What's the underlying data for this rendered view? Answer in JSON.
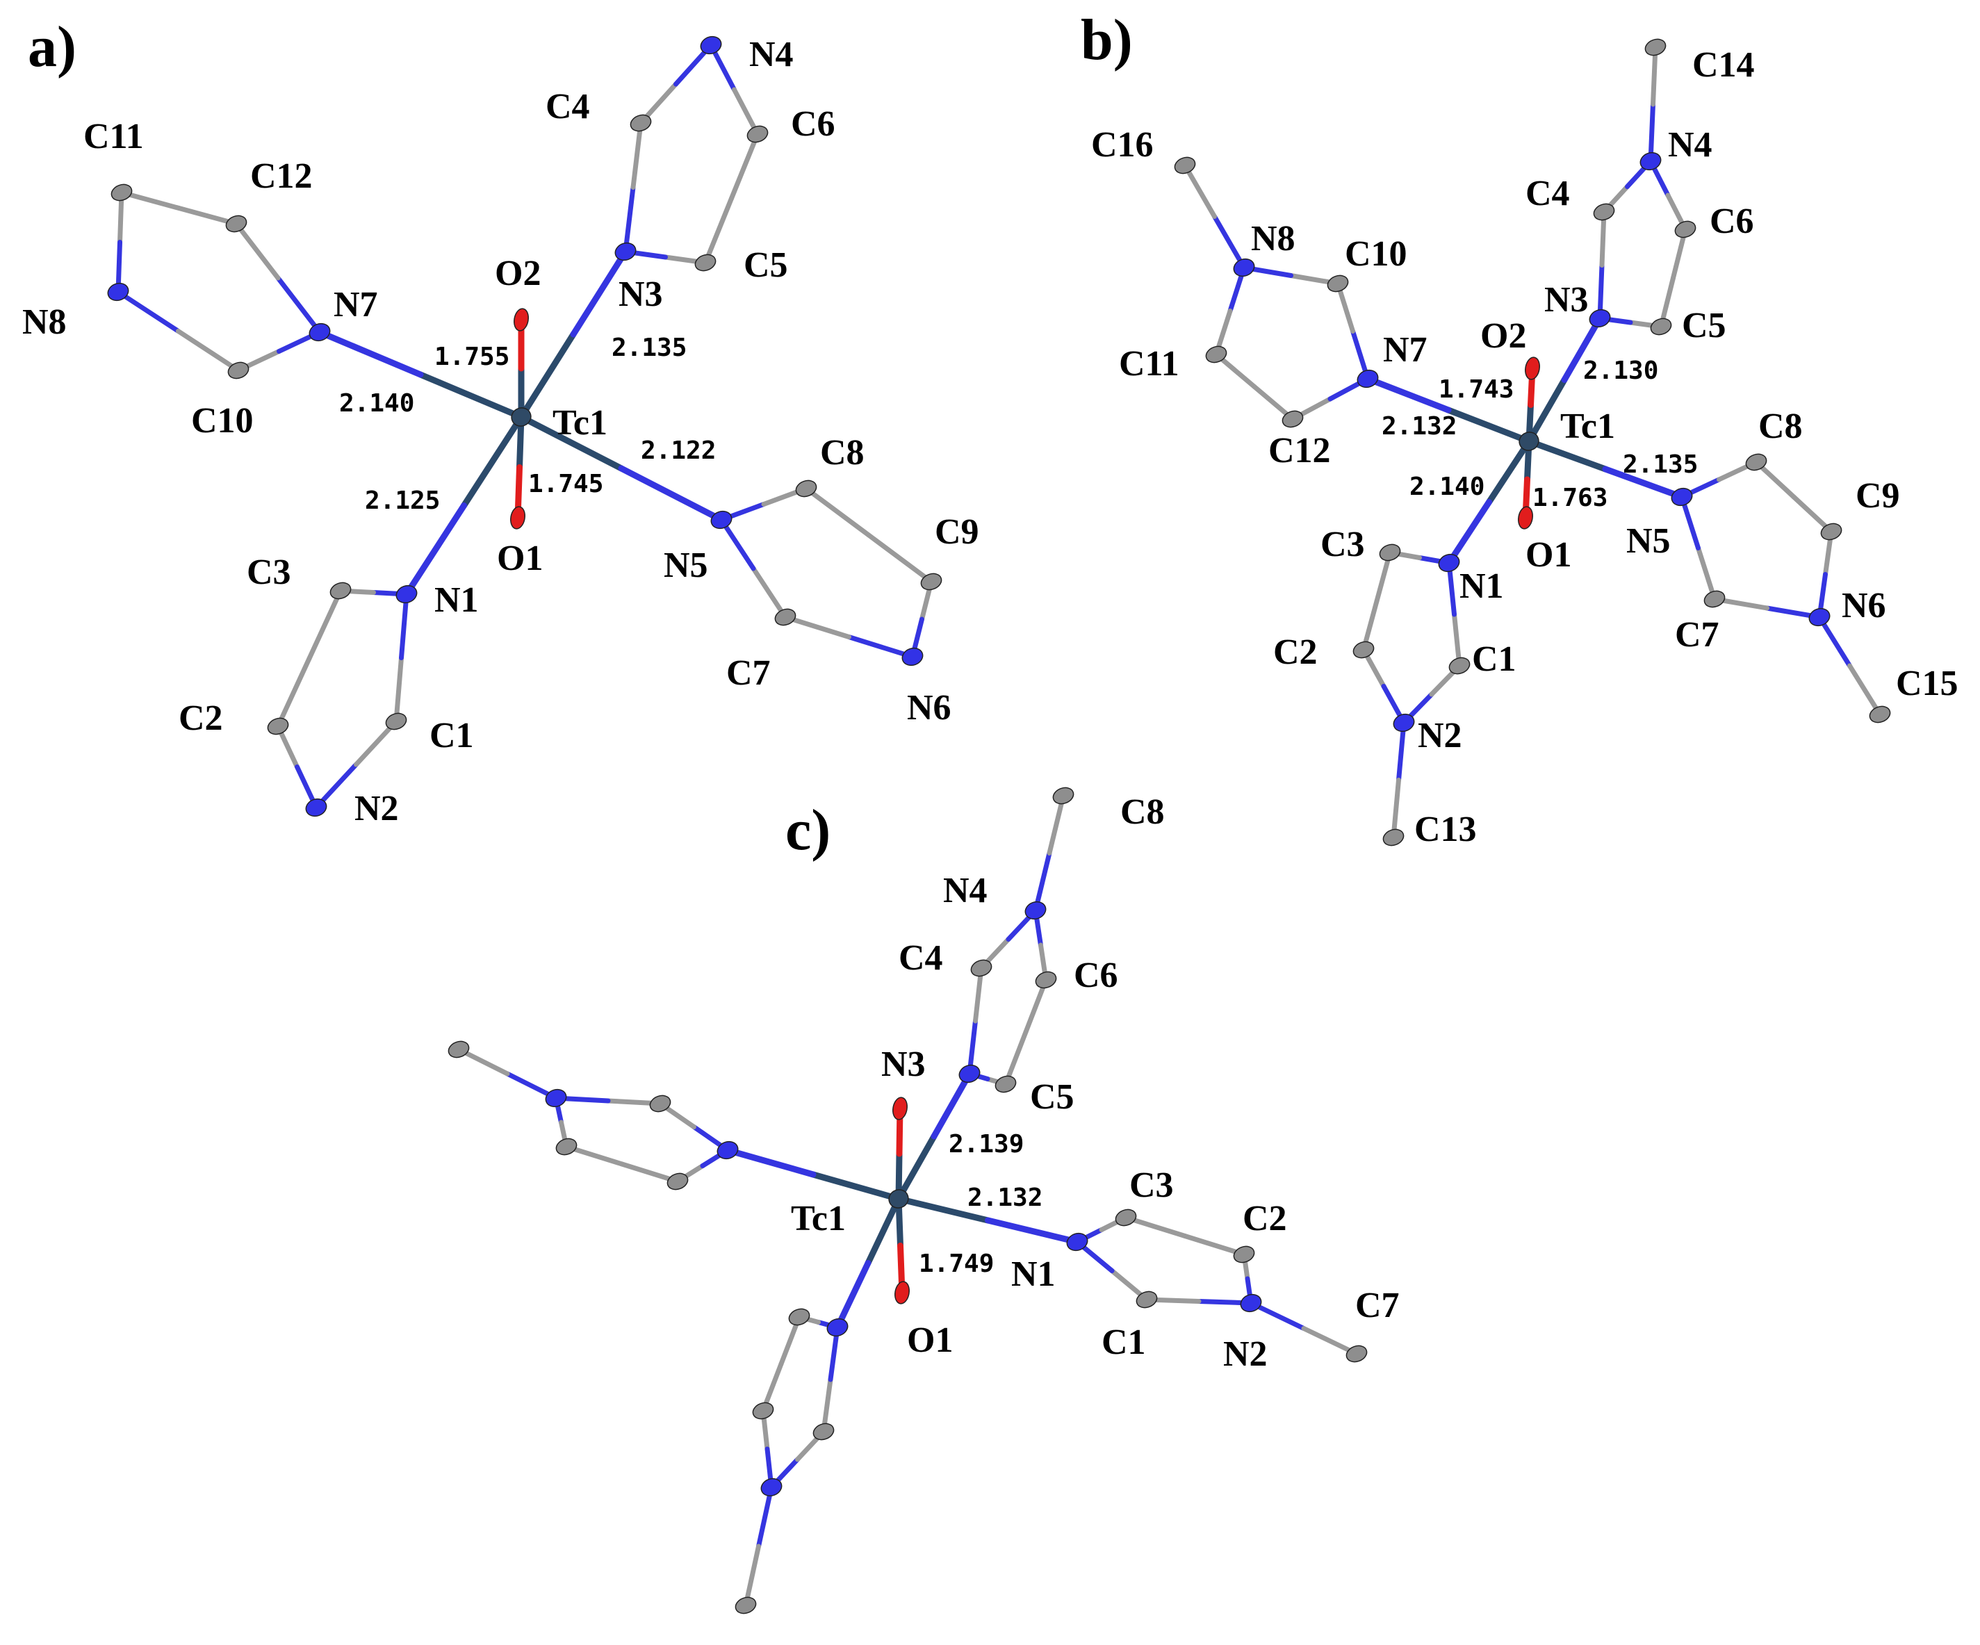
{
  "colors": {
    "background": "#ffffff",
    "nitrogen": "#3232e6",
    "carbon": "#8e8e8e",
    "oxygen": "#e11d1d",
    "technetium": "#2f4a66",
    "bond_tc": "#2b4a6b",
    "bond_n": "#3535e0",
    "bond_c": "#9a9a9a",
    "outline": "#222222"
  },
  "panels": [
    {
      "id": "a",
      "label": "a)",
      "atoms": [
        {
          "id": "Tc1",
          "el": "Tc",
          "label": "Tc1"
        },
        {
          "id": "O2",
          "el": "O",
          "label": "O2"
        },
        {
          "id": "O1",
          "el": "O",
          "label": "O1"
        },
        {
          "id": "N7",
          "el": "N",
          "label": "N7"
        },
        {
          "id": "N3",
          "el": "N",
          "label": "N3"
        },
        {
          "id": "N5",
          "el": "N",
          "label": "N5"
        },
        {
          "id": "N1",
          "el": "N",
          "label": "N1"
        },
        {
          "id": "N8",
          "el": "N",
          "label": "N8"
        },
        {
          "id": "C11",
          "el": "C",
          "label": "C11"
        },
        {
          "id": "C12",
          "el": "C",
          "label": "C12"
        },
        {
          "id": "C10",
          "el": "C",
          "label": "C10"
        },
        {
          "id": "C4",
          "el": "C",
          "label": "C4"
        },
        {
          "id": "N4",
          "el": "N",
          "label": "N4"
        },
        {
          "id": "C6",
          "el": "C",
          "label": "C6"
        },
        {
          "id": "C5",
          "el": "C",
          "label": "C5"
        },
        {
          "id": "C8",
          "el": "C",
          "label": "C8"
        },
        {
          "id": "C9",
          "el": "C",
          "label": "C9"
        },
        {
          "id": "N6",
          "el": "N",
          "label": "N6"
        },
        {
          "id": "C7",
          "el": "C",
          "label": "C7"
        },
        {
          "id": "C3",
          "el": "C",
          "label": "C3"
        },
        {
          "id": "C2",
          "el": "C",
          "label": "C2"
        },
        {
          "id": "N2",
          "el": "N",
          "label": "N2"
        },
        {
          "id": "C1",
          "el": "C",
          "label": "C1"
        }
      ],
      "bonds": [
        [
          "Tc1",
          "O2"
        ],
        [
          "Tc1",
          "O1"
        ],
        [
          "Tc1",
          "N7"
        ],
        [
          "Tc1",
          "N3"
        ],
        [
          "Tc1",
          "N5"
        ],
        [
          "Tc1",
          "N1"
        ],
        [
          "N7",
          "C12"
        ],
        [
          "C12",
          "C11"
        ],
        [
          "C11",
          "N8"
        ],
        [
          "N8",
          "C10"
        ],
        [
          "C10",
          "N7"
        ],
        [
          "N3",
          "C4"
        ],
        [
          "C4",
          "N4"
        ],
        [
          "N4",
          "C6"
        ],
        [
          "C6",
          "C5"
        ],
        [
          "C5",
          "N3"
        ],
        [
          "N5",
          "C8"
        ],
        [
          "C8",
          "C9"
        ],
        [
          "C9",
          "N6"
        ],
        [
          "N6",
          "C7"
        ],
        [
          "C7",
          "N5"
        ],
        [
          "N1",
          "C3"
        ],
        [
          "C3",
          "C2"
        ],
        [
          "C2",
          "N2"
        ],
        [
          "N2",
          "C1"
        ],
        [
          "C1",
          "N1"
        ]
      ],
      "distances": [
        {
          "value": "1.755",
          "bond": [
            "Tc1",
            "O2"
          ]
        },
        {
          "value": "1.745",
          "bond": [
            "Tc1",
            "O1"
          ]
        },
        {
          "value": "2.140",
          "bond": [
            "Tc1",
            "N7"
          ]
        },
        {
          "value": "2.135",
          "bond": [
            "Tc1",
            "N3"
          ]
        },
        {
          "value": "2.122",
          "bond": [
            "Tc1",
            "N5"
          ]
        },
        {
          "value": "2.125",
          "bond": [
            "Tc1",
            "N1"
          ]
        }
      ]
    },
    {
      "id": "b",
      "label": "b)",
      "atoms": [
        {
          "id": "Tc1",
          "el": "Tc",
          "label": "Tc1"
        },
        {
          "id": "O2",
          "el": "O",
          "label": "O2"
        },
        {
          "id": "O1",
          "el": "O",
          "label": "O1"
        },
        {
          "id": "N7",
          "el": "N",
          "label": "N7"
        },
        {
          "id": "N3",
          "el": "N",
          "label": "N3"
        },
        {
          "id": "N5",
          "el": "N",
          "label": "N5"
        },
        {
          "id": "N1",
          "el": "N",
          "label": "N1"
        },
        {
          "id": "C14",
          "el": "C",
          "label": "C14"
        },
        {
          "id": "N4",
          "el": "N",
          "label": "N4"
        },
        {
          "id": "C4",
          "el": "C",
          "label": "C4"
        },
        {
          "id": "C6",
          "el": "C",
          "label": "C6"
        },
        {
          "id": "C5",
          "el": "C",
          "label": "C5"
        },
        {
          "id": "C16",
          "el": "C",
          "label": "C16"
        },
        {
          "id": "N8",
          "el": "N",
          "label": "N8"
        },
        {
          "id": "C10",
          "el": "C",
          "label": "C10"
        },
        {
          "id": "C11",
          "el": "C",
          "label": "C11"
        },
        {
          "id": "C12",
          "el": "C",
          "label": "C12"
        },
        {
          "id": "C8",
          "el": "C",
          "label": "C8"
        },
        {
          "id": "C9",
          "el": "C",
          "label": "C9"
        },
        {
          "id": "N6",
          "el": "N",
          "label": "N6"
        },
        {
          "id": "C7",
          "el": "C",
          "label": "C7"
        },
        {
          "id": "C15",
          "el": "C",
          "label": "C15"
        },
        {
          "id": "C3",
          "el": "C",
          "label": "C3"
        },
        {
          "id": "C2",
          "el": "C",
          "label": "C2"
        },
        {
          "id": "C1",
          "el": "C",
          "label": "C1"
        },
        {
          "id": "N2",
          "el": "N",
          "label": "N2"
        },
        {
          "id": "C13",
          "el": "C",
          "label": "C13"
        }
      ],
      "bonds": [
        [
          "Tc1",
          "O2"
        ],
        [
          "Tc1",
          "O1"
        ],
        [
          "Tc1",
          "N7"
        ],
        [
          "Tc1",
          "N3"
        ],
        [
          "Tc1",
          "N5"
        ],
        [
          "Tc1",
          "N1"
        ],
        [
          "N3",
          "C4"
        ],
        [
          "C4",
          "N4"
        ],
        [
          "N4",
          "C6"
        ],
        [
          "C6",
          "C5"
        ],
        [
          "C5",
          "N3"
        ],
        [
          "N4",
          "C14"
        ],
        [
          "N7",
          "C10"
        ],
        [
          "C10",
          "N8"
        ],
        [
          "N8",
          "C11"
        ],
        [
          "C11",
          "C12"
        ],
        [
          "C12",
          "N7"
        ],
        [
          "N8",
          "C16"
        ],
        [
          "N5",
          "C8"
        ],
        [
          "C8",
          "C9"
        ],
        [
          "C9",
          "N6"
        ],
        [
          "N6",
          "C7"
        ],
        [
          "C7",
          "N5"
        ],
        [
          "N6",
          "C15"
        ],
        [
          "N1",
          "C3"
        ],
        [
          "C3",
          "C2"
        ],
        [
          "C2",
          "N2"
        ],
        [
          "N2",
          "C1"
        ],
        [
          "C1",
          "N1"
        ],
        [
          "N2",
          "C13"
        ]
      ],
      "distances": [
        {
          "value": "1.743",
          "bond": [
            "Tc1",
            "O2"
          ]
        },
        {
          "value": "1.763",
          "bond": [
            "Tc1",
            "O1"
          ]
        },
        {
          "value": "2.132",
          "bond": [
            "Tc1",
            "N7"
          ]
        },
        {
          "value": "2.130",
          "bond": [
            "Tc1",
            "N3"
          ]
        },
        {
          "value": "2.135",
          "bond": [
            "Tc1",
            "N5"
          ]
        },
        {
          "value": "2.140",
          "bond": [
            "Tc1",
            "N1"
          ]
        }
      ]
    },
    {
      "id": "c",
      "label": "c)",
      "atoms": [
        {
          "id": "Tc1",
          "el": "Tc",
          "label": "Tc1"
        },
        {
          "id": "N3lbl",
          "el": "O",
          "label": "N3"
        },
        {
          "id": "O1",
          "el": "O",
          "label": "O1"
        },
        {
          "id": "N3",
          "el": "N",
          "label": ""
        },
        {
          "id": "C4",
          "el": "C",
          "label": "C4"
        },
        {
          "id": "N4",
          "el": "N",
          "label": "N4"
        },
        {
          "id": "C8",
          "el": "C",
          "label": "C8"
        },
        {
          "id": "C6",
          "el": "C",
          "label": "C6"
        },
        {
          "id": "C5",
          "el": "C",
          "label": "C5"
        },
        {
          "id": "N1",
          "el": "N",
          "label": "N1"
        },
        {
          "id": "C3",
          "el": "C",
          "label": "C3"
        },
        {
          "id": "C2",
          "el": "C",
          "label": "C2"
        },
        {
          "id": "N2",
          "el": "N",
          "label": "N2"
        },
        {
          "id": "C1",
          "el": "C",
          "label": "C1"
        },
        {
          "id": "C7",
          "el": "C",
          "label": "C7"
        },
        {
          "id": "Lw_N",
          "el": "N",
          "label": ""
        },
        {
          "id": "Lw_Ca",
          "el": "C",
          "label": ""
        },
        {
          "id": "Lw_Cb",
          "el": "C",
          "label": ""
        },
        {
          "id": "Lw_N2",
          "el": "N",
          "label": ""
        },
        {
          "id": "Lw_Cc",
          "el": "C",
          "label": ""
        },
        {
          "id": "Lw_Me",
          "el": "C",
          "label": ""
        },
        {
          "id": "Ls_N",
          "el": "N",
          "label": ""
        },
        {
          "id": "Ls_Ca",
          "el": "C",
          "label": ""
        },
        {
          "id": "Ls_Cb",
          "el": "C",
          "label": ""
        },
        {
          "id": "Ls_N2",
          "el": "N",
          "label": ""
        },
        {
          "id": "Ls_Cc",
          "el": "C",
          "label": ""
        },
        {
          "id": "Ls_Me",
          "el": "C",
          "label": ""
        }
      ],
      "bonds": [
        [
          "Tc1",
          "N3lbl"
        ],
        [
          "Tc1",
          "O1"
        ],
        [
          "Tc1",
          "N3"
        ],
        [
          "Tc1",
          "N1"
        ],
        [
          "Tc1",
          "Lw_N"
        ],
        [
          "Tc1",
          "Ls_N"
        ],
        [
          "N3",
          "C4"
        ],
        [
          "C4",
          "N4"
        ],
        [
          "N4",
          "C6"
        ],
        [
          "C6",
          "C5"
        ],
        [
          "C5",
          "N3"
        ],
        [
          "N4",
          "C8"
        ],
        [
          "N1",
          "C3"
        ],
        [
          "C3",
          "C2"
        ],
        [
          "C2",
          "N2"
        ],
        [
          "N2",
          "C1"
        ],
        [
          "C1",
          "N1"
        ],
        [
          "N2",
          "C7"
        ],
        [
          "Lw_N",
          "Lw_Ca"
        ],
        [
          "Lw_Ca",
          "Lw_N2"
        ],
        [
          "Lw_N2",
          "Lw_Cb"
        ],
        [
          "Lw_Cb",
          "Lw_Cc"
        ],
        [
          "Lw_Cc",
          "Lw_N"
        ],
        [
          "Lw_N2",
          "Lw_Me"
        ],
        [
          "Ls_N",
          "Ls_Ca"
        ],
        [
          "Ls_Ca",
          "Ls_Cb"
        ],
        [
          "Ls_Cb",
          "Ls_N2"
        ],
        [
          "Ls_N2",
          "Ls_Cc"
        ],
        [
          "Ls_Cc",
          "Ls_N"
        ],
        [
          "Ls_N2",
          "Ls_Me"
        ]
      ],
      "distances": [
        {
          "value": "2.139",
          "bond": [
            "Tc1",
            "N3"
          ]
        },
        {
          "value": "2.132",
          "bond": [
            "Tc1",
            "N1"
          ]
        },
        {
          "value": "1.749",
          "bond": [
            "Tc1",
            "O1"
          ]
        }
      ]
    }
  ]
}
